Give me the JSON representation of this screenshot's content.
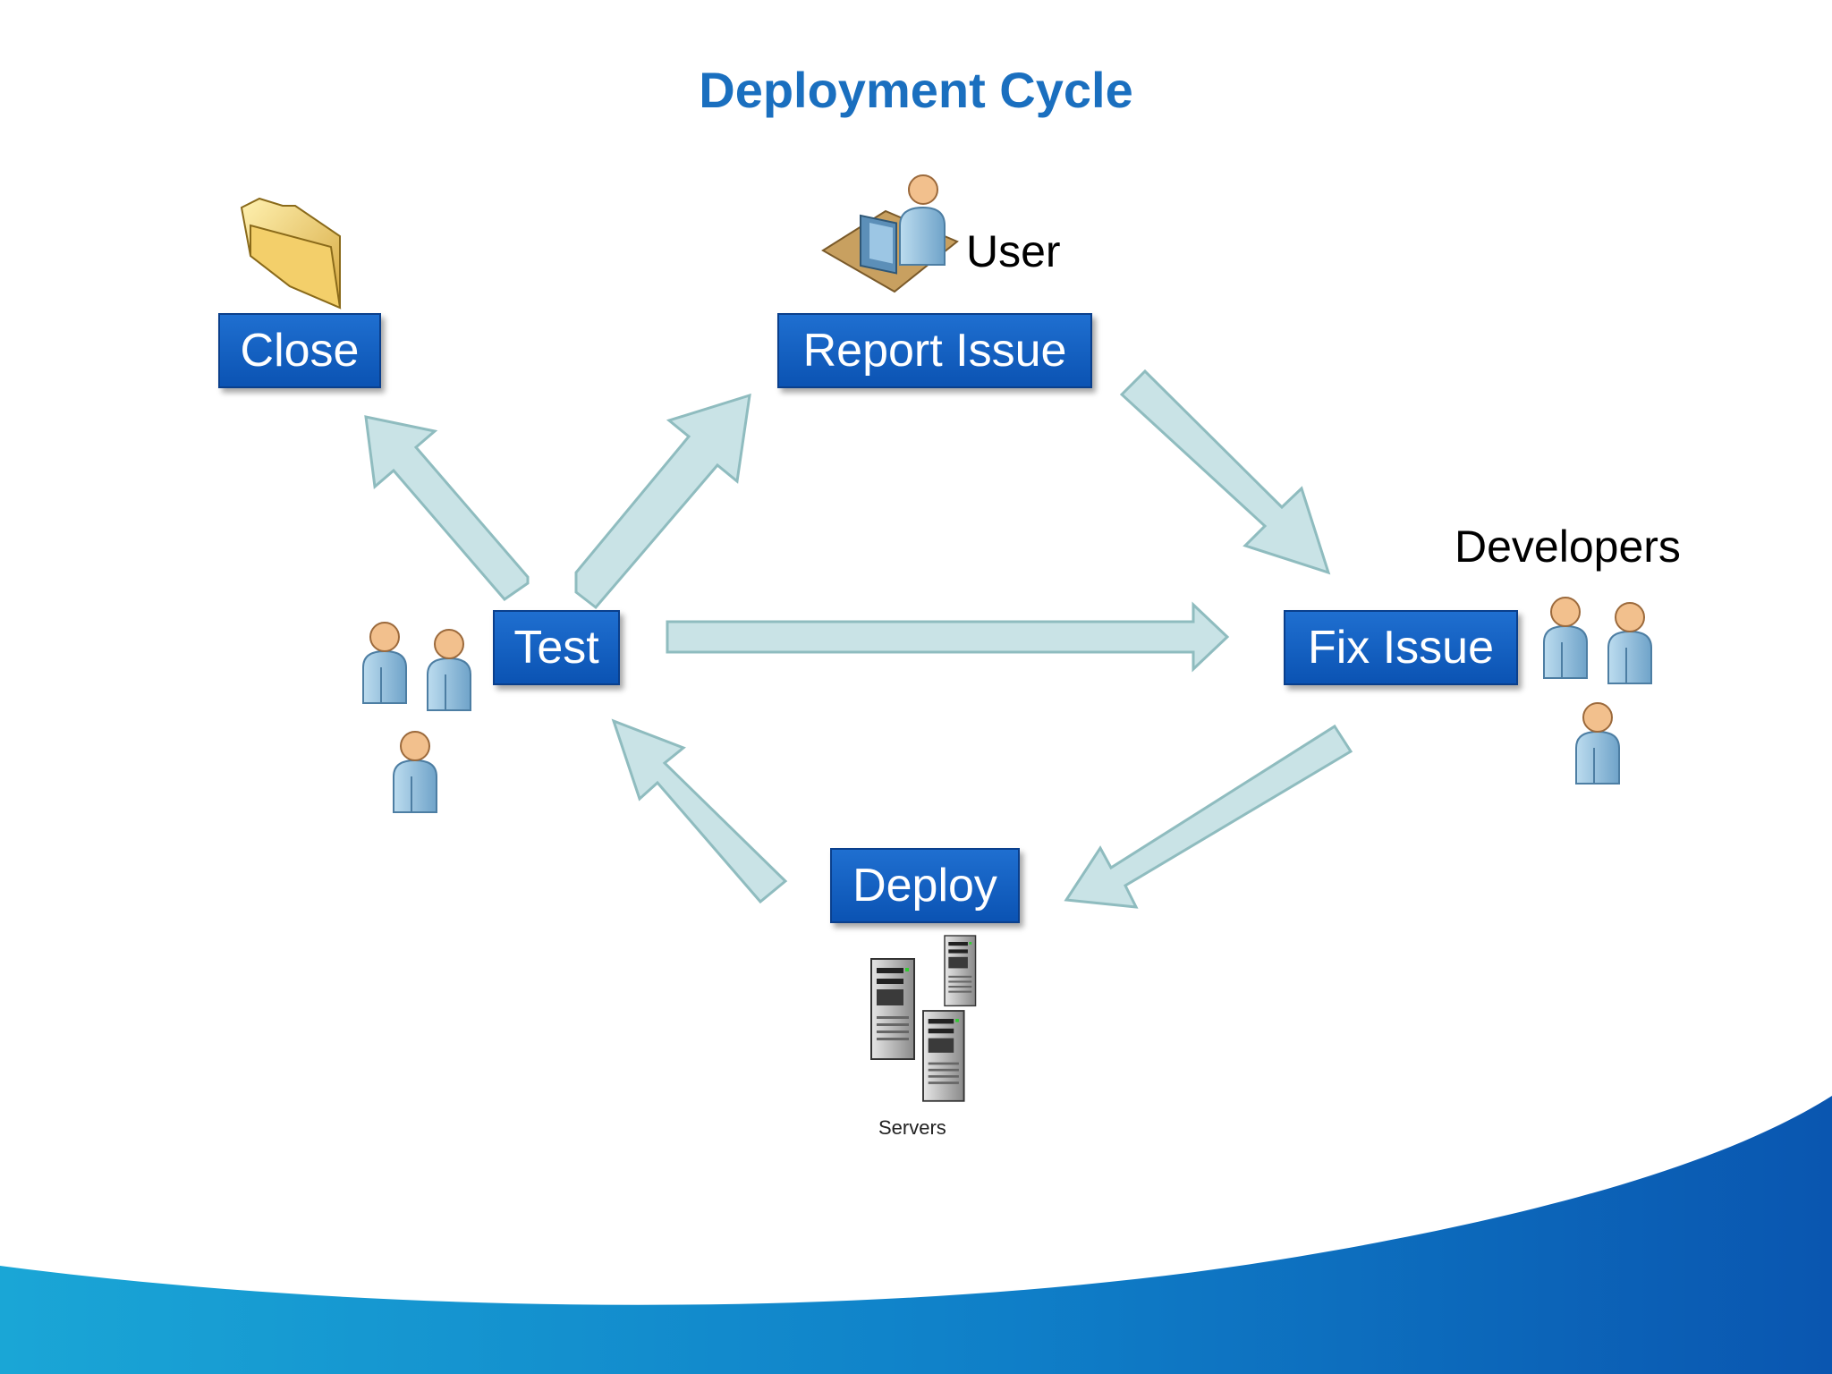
{
  "title": "Deployment Cycle",
  "stages": {
    "close": "Close",
    "report_issue": "Report Issue",
    "test": "Test",
    "fix_issue": "Fix Issue",
    "deploy": "Deploy"
  },
  "captions": {
    "user": "User",
    "developers": "Developers",
    "servers": "Servers"
  },
  "icons": [
    "folder-icon",
    "user-at-desk-icon",
    "person-icon",
    "server-icon"
  ],
  "colors": {
    "title": "#1a6fbf",
    "stage_fill": "#1560c4",
    "arrow_fill": "#c9e3e6",
    "arrow_stroke": "#8fbcbf",
    "wave_start": "#1aa6d6",
    "wave_end": "#0a56b0"
  }
}
